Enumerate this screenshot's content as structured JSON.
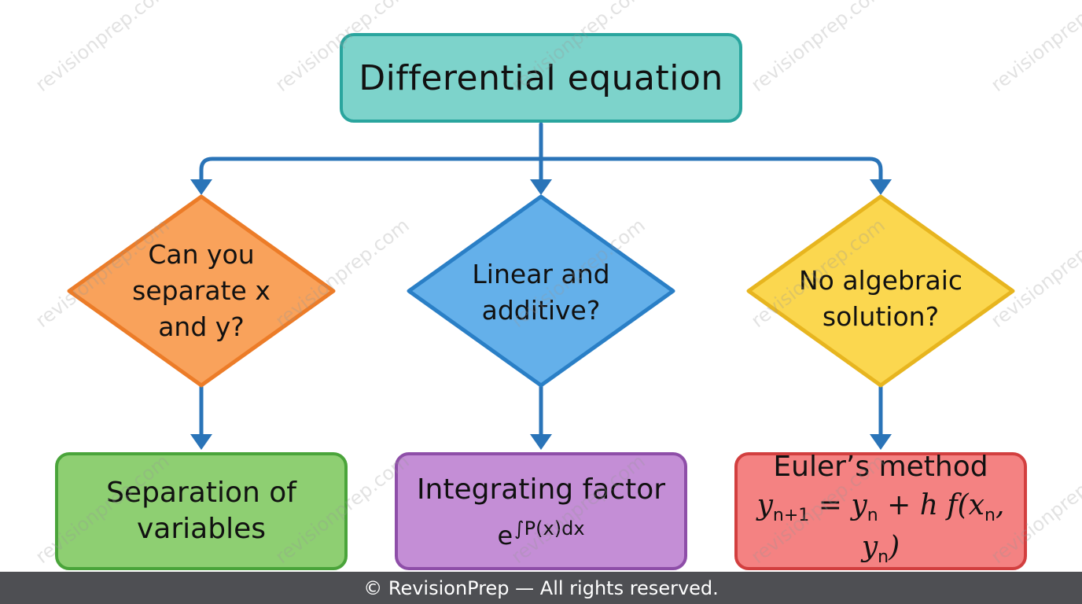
{
  "diagram": {
    "root": "Differential equation",
    "decisions": {
      "left": [
        "Can you",
        "separate x",
        "and y?"
      ],
      "middle": [
        "Linear and",
        "additive?"
      ],
      "right": [
        "No algebraic",
        "solution?"
      ]
    },
    "results": {
      "left": {
        "title": "Separation of variables"
      },
      "middle": {
        "title": "Integrating factor",
        "formula_base": "e",
        "formula_exponent": "∫P(x)dx"
      },
      "right": {
        "title": "Euler’s method",
        "formula": {
          "y1": "y",
          "sub1": "n+1",
          "eq": " = ",
          "y2": "y",
          "sub2": "n",
          "plus": " + ",
          "hf": "h f(",
          "x": "x",
          "sub3": "n",
          "comma": ", ",
          "y3": "y",
          "sub4": "n",
          "close": ")"
        }
      }
    },
    "colors": {
      "root_fill": "#7dd3cb",
      "root_border": "#2aa59e",
      "left_decision_fill": "#f9a25b",
      "left_decision_border": "#ec7c28",
      "middle_decision_fill": "#64b0ea",
      "middle_decision_border": "#2a7fc6",
      "right_decision_fill": "#fbd74f",
      "right_decision_border": "#e7b51f",
      "left_result_fill": "#8ecf72",
      "middle_result_fill": "#c48ed6",
      "right_result_fill": "#f48282",
      "arrow": "#2a74b8"
    }
  },
  "watermark": "revisionprep.com",
  "footer": "© RevisionPrep — All rights reserved."
}
